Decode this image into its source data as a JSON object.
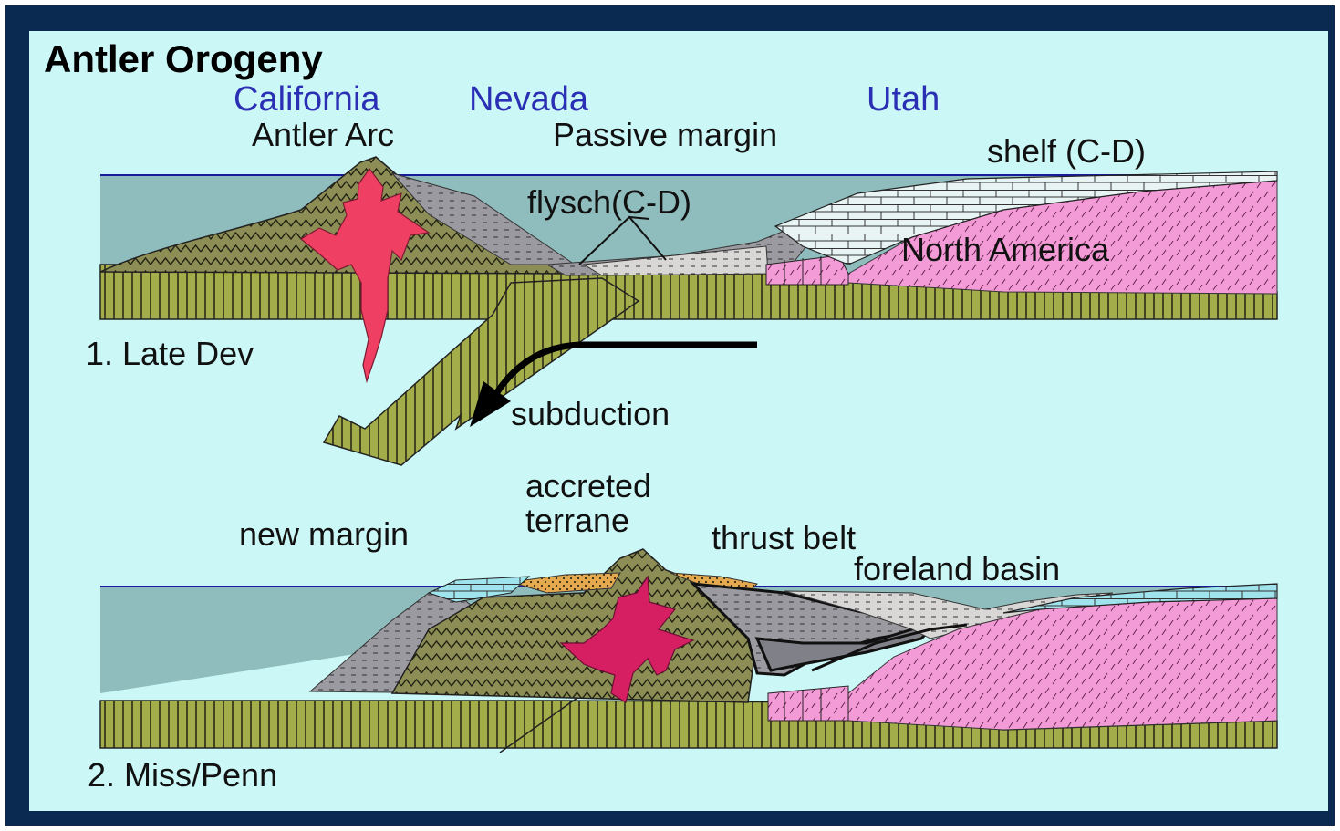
{
  "title": "Antler Orogeny",
  "states": {
    "california": "California",
    "nevada": "Nevada",
    "utah": "Utah"
  },
  "panel1": {
    "label": "1. Late Dev",
    "antler_arc": "Antler Arc",
    "passive_margin": "Passive margin",
    "shelf": "shelf (C-D)",
    "flysch": "flysch(C-D)",
    "north_america": "North America",
    "subduction": "subduction"
  },
  "panel2": {
    "label": "2.  Miss/Penn",
    "new_margin": "new margin",
    "accreted_terrane": "accreted\nterrane",
    "thrust_belt": "thrust belt",
    "foreland_basin": "foreland basin"
  },
  "colors": {
    "frame": "#0a2a52",
    "background": "#ccf7f7",
    "sea": "#8fbcbc",
    "ocean_crust": "#a3ad4a",
    "arc_rock": "#8c8e55",
    "magma_panel1": "#ef3f63",
    "magma_panel2": "#d61f63",
    "continent": "#f39bd6",
    "shelf_carbonate": "#e8f4f4",
    "flysch": "#9a9aa0",
    "overlap_sediment": "#e5a94f",
    "state_label": "#2a2fb3"
  }
}
